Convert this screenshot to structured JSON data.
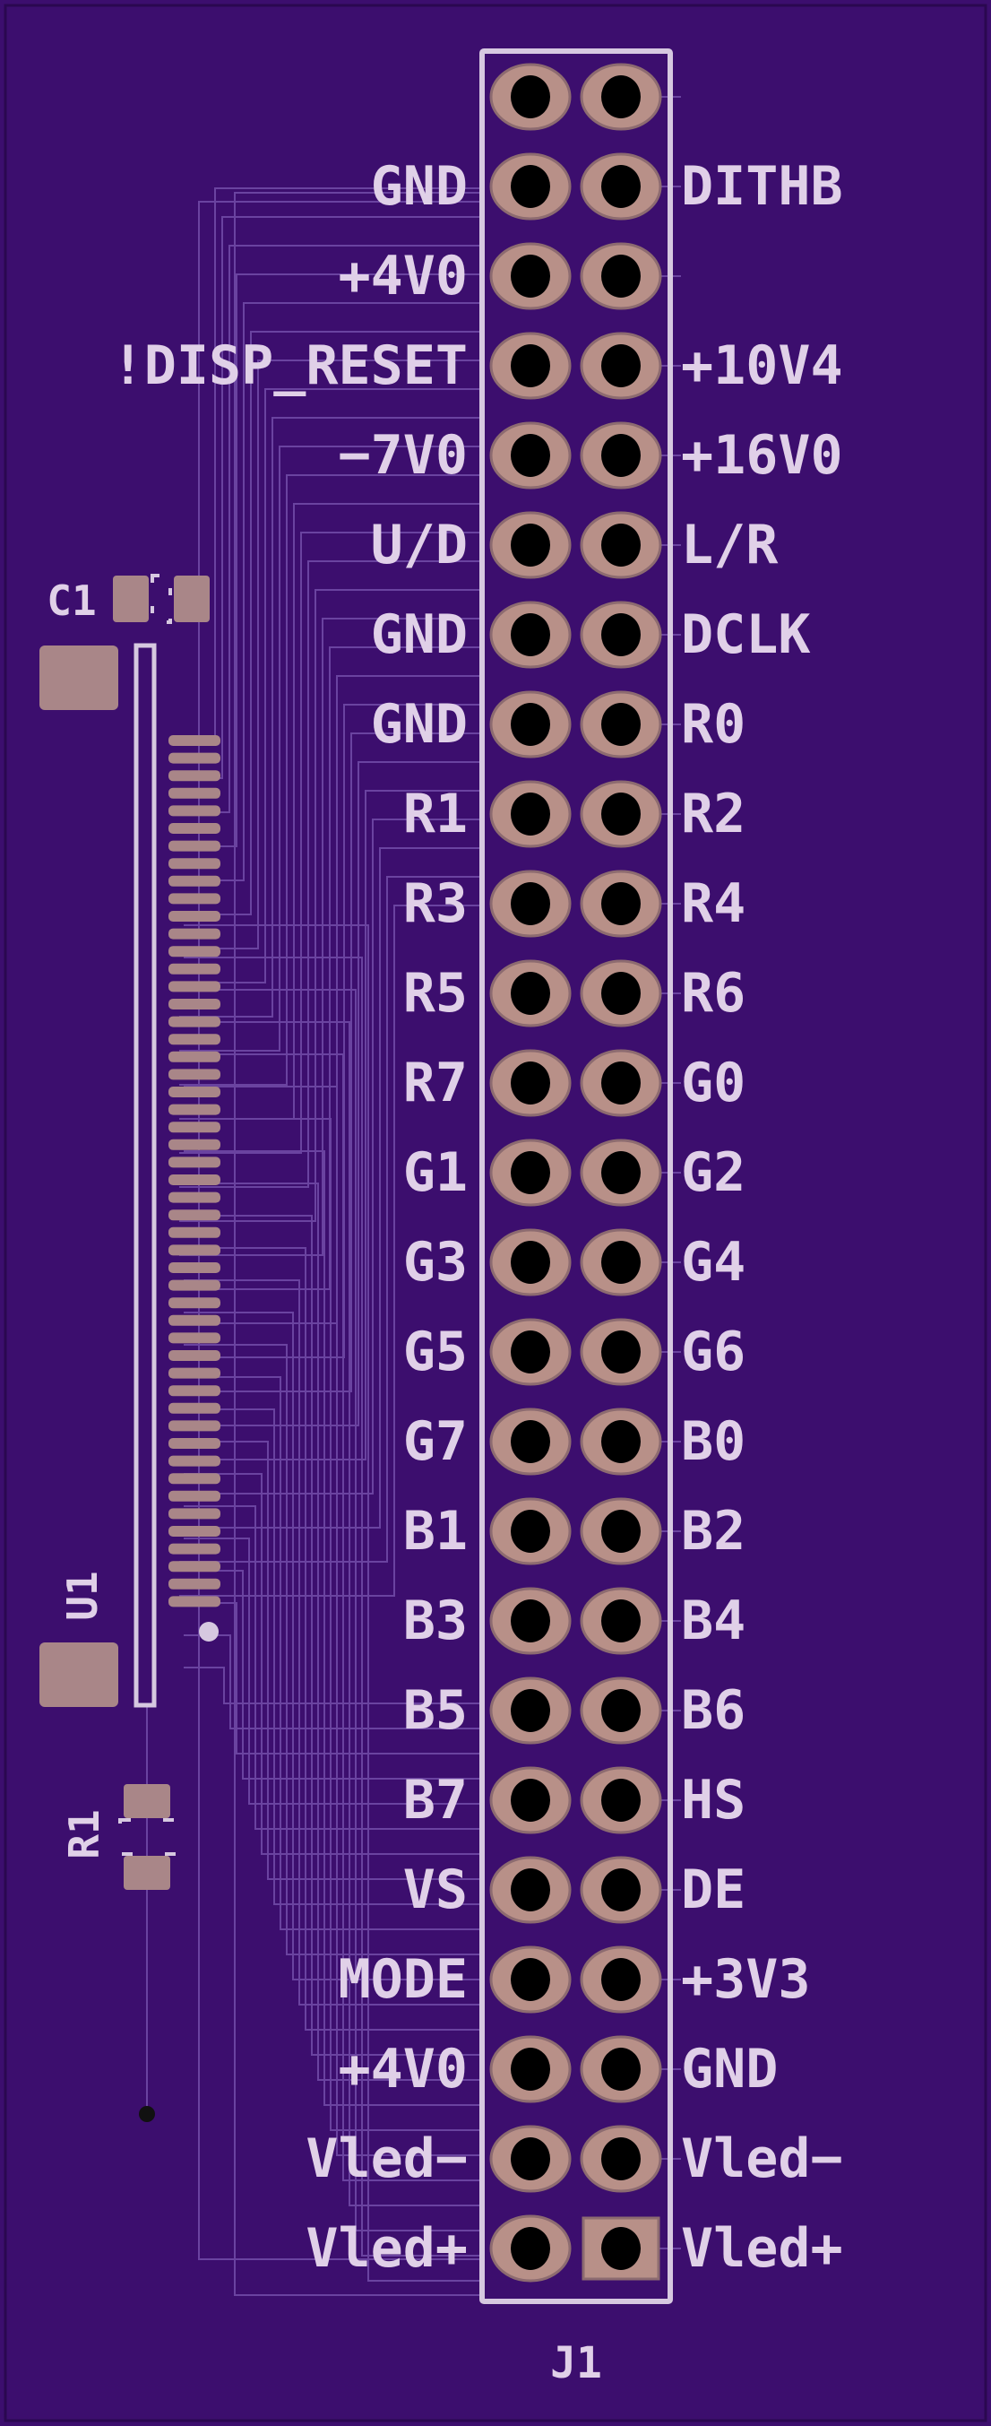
{
  "colors": {
    "background": "#000000",
    "board": "#3c0e6e",
    "trace": "#6a43a0",
    "silk": "#d6c8e0",
    "copper": "#b89088",
    "copper_edge": "#8d6b70",
    "drill": "#000000",
    "pad": "#a98688"
  },
  "labels": {
    "connector_ref": "J1",
    "chip_ref": "U1",
    "cap_ref": "C1",
    "res_ref": "R1"
  },
  "pins_left": [
    "",
    "GND",
    "+4V0",
    "!DISP_RESET",
    "−7V0",
    "U/D",
    "GND",
    "GND",
    "R1",
    "R3",
    "R5",
    "R7",
    "G1",
    "G3",
    "G5",
    "G7",
    "B1",
    "B3",
    "B5",
    "B7",
    "VS",
    "MODE",
    "+4V0",
    "Vled−",
    "Vled+"
  ],
  "pins_right": [
    "",
    "DITHB",
    "",
    "+10V4",
    "+16V0",
    "L/R",
    "DCLK",
    "R0",
    "R2",
    "R4",
    "R6",
    "G0",
    "G2",
    "G4",
    "G6",
    "B0",
    "B2",
    "B4",
    "B6",
    "HS",
    "DE",
    "+3V3",
    "GND",
    "Vled−",
    "Vled+"
  ]
}
